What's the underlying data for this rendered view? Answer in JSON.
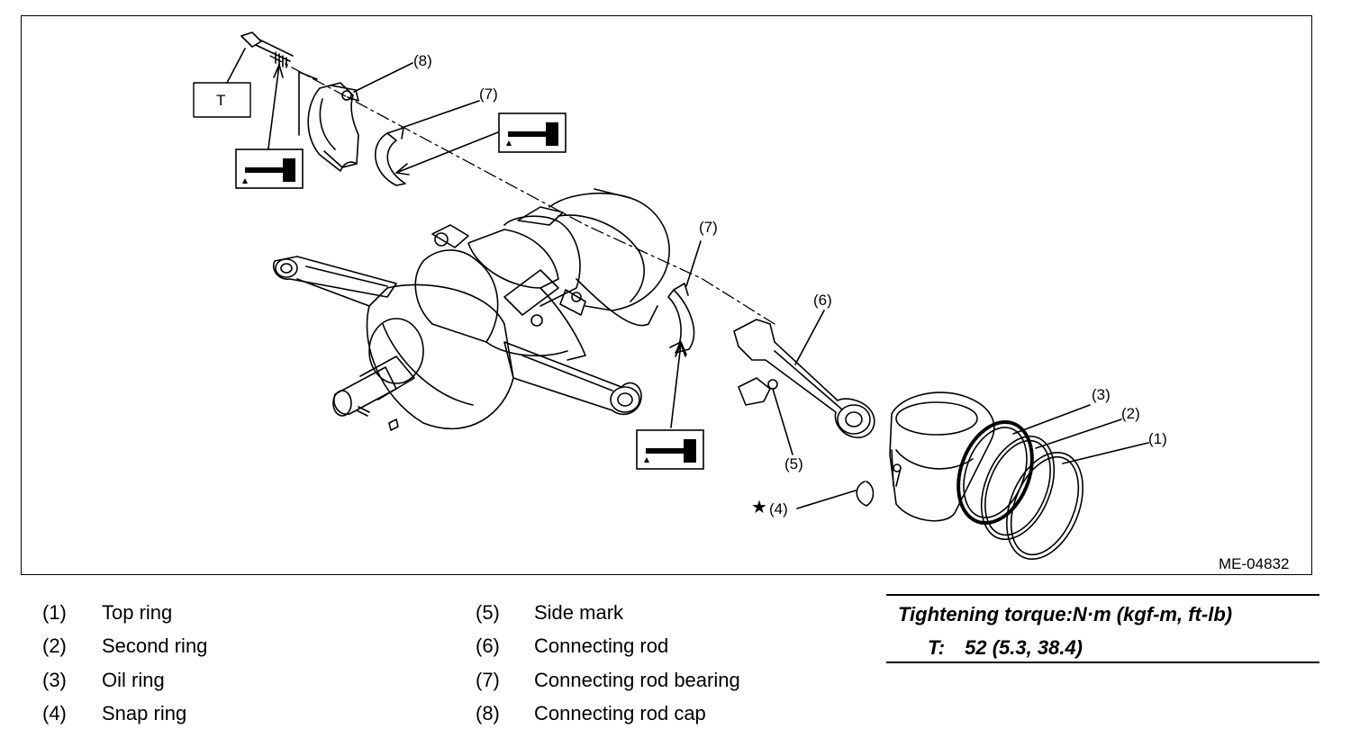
{
  "figure": {
    "id": "ME-04832",
    "torque_marker": "T",
    "callouts": {
      "c1": "(1)",
      "c2": "(2)",
      "c3": "(3)",
      "c4": "(4)",
      "c5": "(5)",
      "c6": "(6)",
      "c7a": "(7)",
      "c7b": "(7)",
      "c8": "(8)"
    },
    "star_symbol": "★",
    "icons": [
      "oil-can-icon",
      "oil-can-icon",
      "oil-can-icon"
    ]
  },
  "legend": {
    "left": [
      {
        "num": "(1)",
        "label": "Top ring"
      },
      {
        "num": "(2)",
        "label": "Second ring"
      },
      {
        "num": "(3)",
        "label": "Oil ring"
      },
      {
        "num": "(4)",
        "label": "Snap ring"
      }
    ],
    "right": [
      {
        "num": "(5)",
        "label": "Side mark"
      },
      {
        "num": "(6)",
        "label": "Connecting rod"
      },
      {
        "num": "(7)",
        "label": "Connecting rod bearing"
      },
      {
        "num": "(8)",
        "label": "Connecting rod cap"
      }
    ]
  },
  "torque": {
    "title": "Tightening torque:N·m (kgf-m, ft-lb)",
    "label": "T:",
    "value": "52 (5.3, 38.4)"
  }
}
